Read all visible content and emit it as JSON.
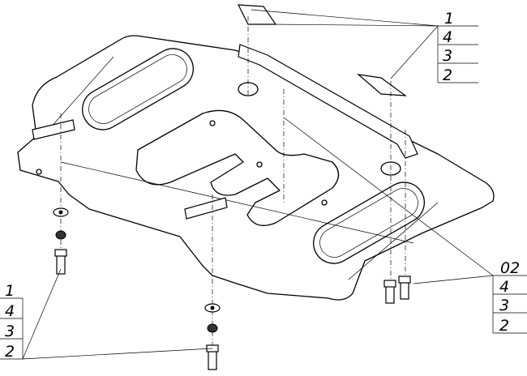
{
  "callouts": {
    "top_right": [
      "1",
      "4",
      "3",
      "2"
    ],
    "middle_right": [
      "02",
      "4",
      "3",
      "2"
    ],
    "bottom_left": [
      "1",
      "4",
      "3",
      "2"
    ]
  }
}
